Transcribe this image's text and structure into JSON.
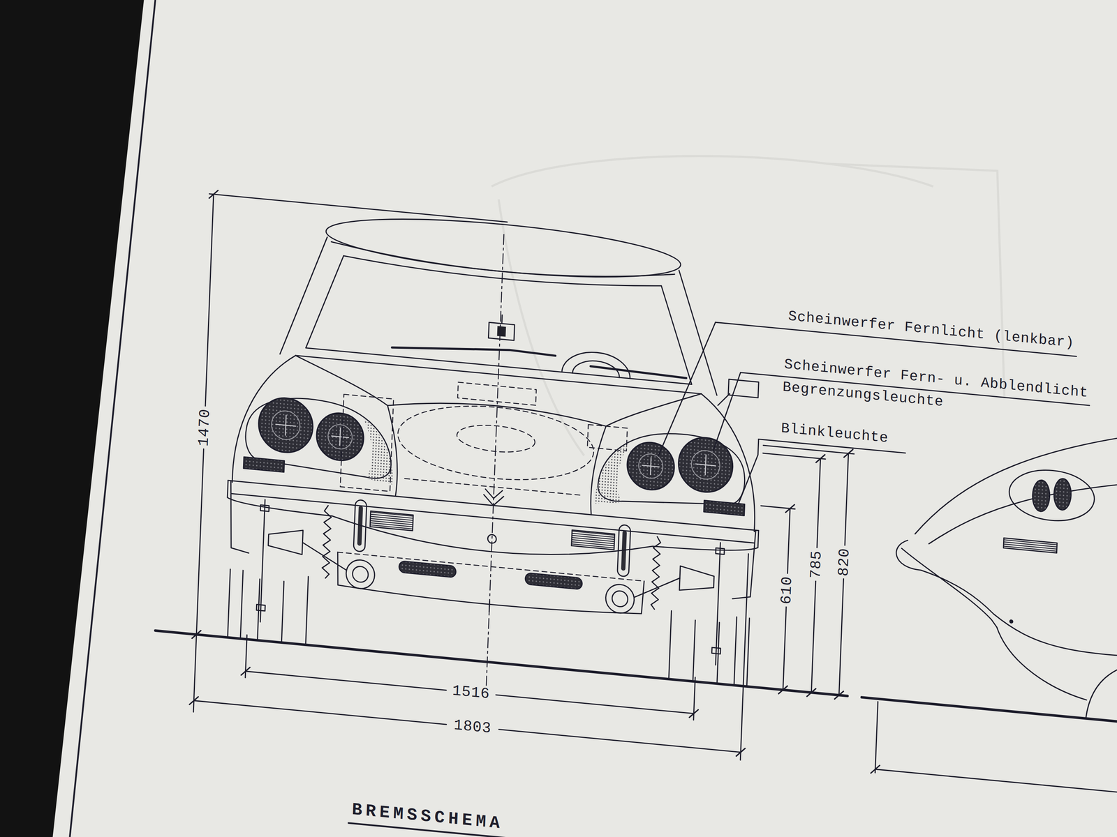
{
  "diagram": {
    "labels": [
      "Scheinwerfer Fernlicht (lenkbar)",
      "Scheinwerfer Fern- u. Abblendlicht",
      "Begrenzungsleuchte",
      "Blinkleuchte",
      "1470",
      "820",
      "785",
      "610",
      "1516",
      "1803",
      "BREMSSCHEMA"
    ]
  }
}
